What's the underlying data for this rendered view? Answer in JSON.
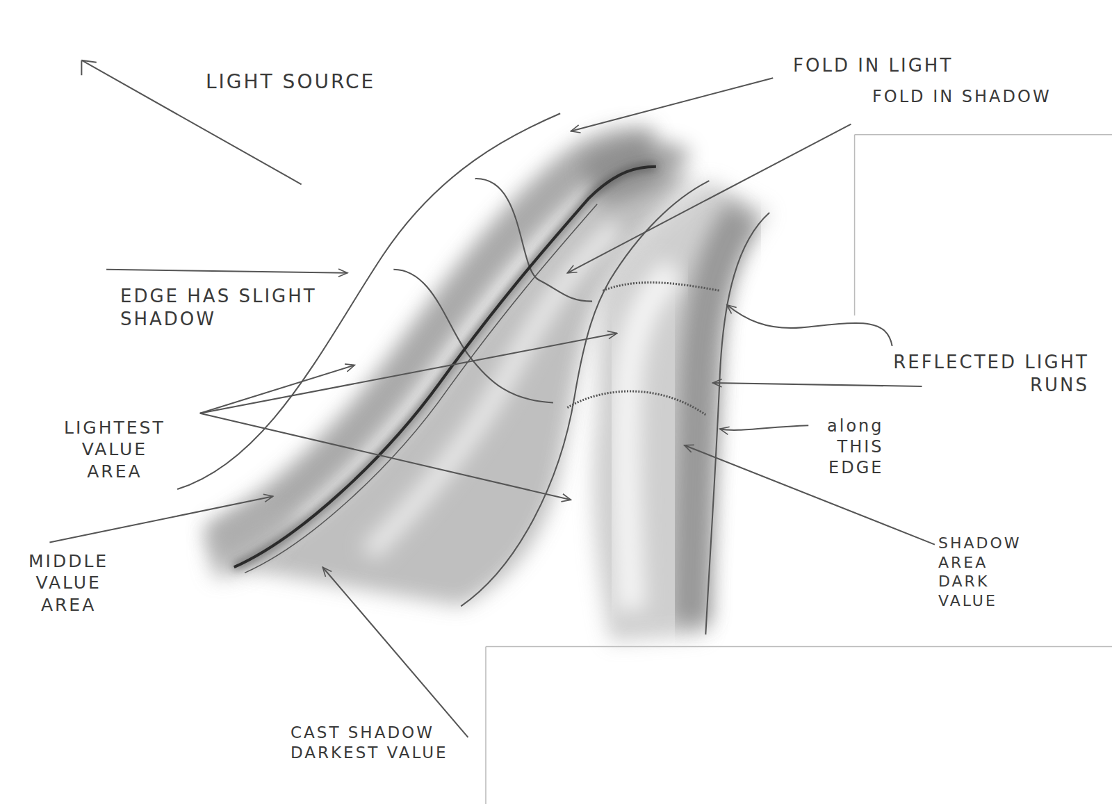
{
  "diagram": {
    "labels": [
      "LIGHT SOURCE",
      "FOLD IN LIGHT",
      "FOLD IN SHADOW",
      "EDGE HAS SLIGHT SHADOW",
      "LIGHTEST VALUE AREA",
      "REFLECTED LIGHT RUNS",
      "along THIS EDGE",
      "MIDDLE VALUE AREA",
      "SHADOW AREA DARK VALUE",
      "CAST SHADOW DARKEST VALUE"
    ]
  }
}
